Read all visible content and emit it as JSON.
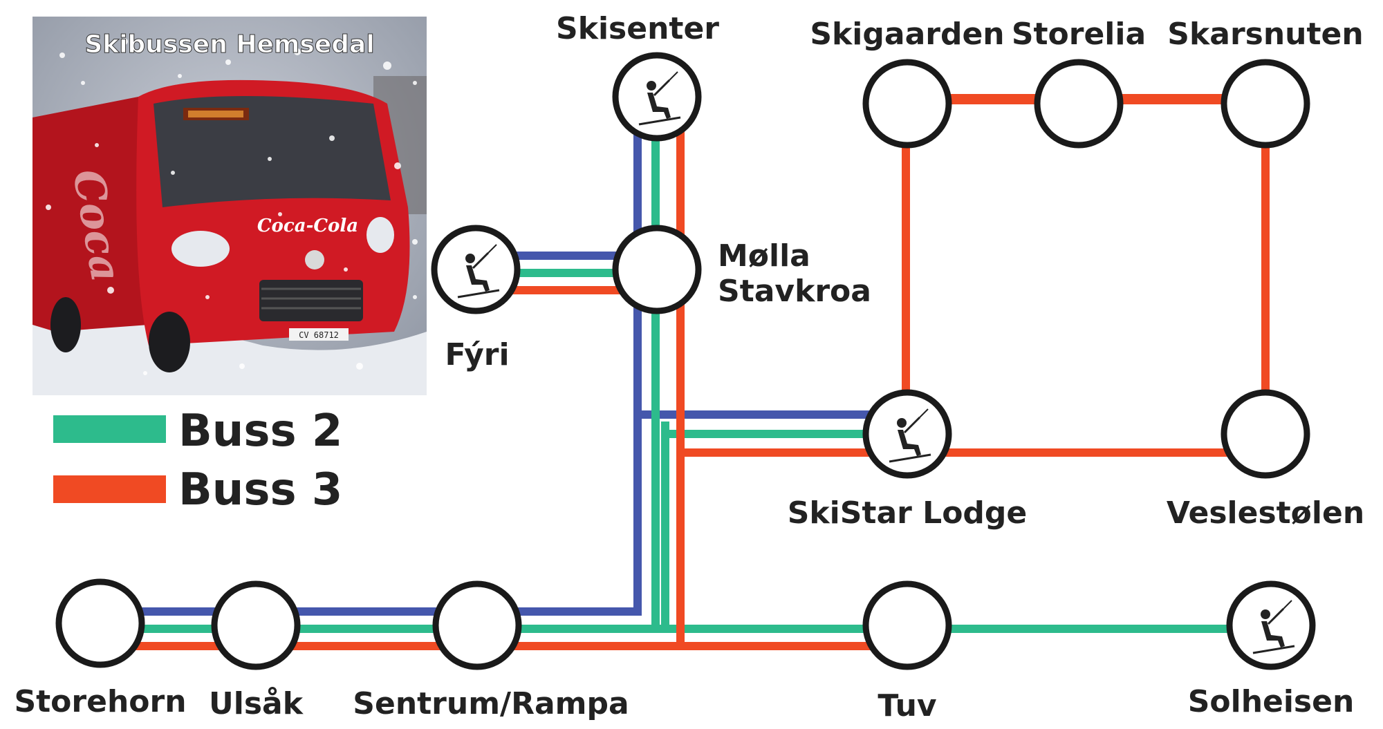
{
  "photo": {
    "title": "Skibussen Hemsedal",
    "bus_color": "#d01a24",
    "brand_text": "Coca-Cola",
    "plate": "CV 68712"
  },
  "legend": [
    {
      "label": "Buss 2",
      "color": "#2dbb8c"
    },
    {
      "label": "Buss 3",
      "color": "#f04a23"
    }
  ],
  "unlabeled_line_color": "#4557ac",
  "stations": {
    "skisenter": {
      "label": "Skisenter",
      "ski_lift": true
    },
    "molla": {
      "label_line1": "Mølla",
      "label_line2": "Stavkroa",
      "ski_lift": false
    },
    "fyri": {
      "label": "Fýri",
      "ski_lift": true
    },
    "skigaarden": {
      "label": "Skigaarden",
      "ski_lift": false
    },
    "storelia": {
      "label": "Storelia",
      "ski_lift": false
    },
    "skarsnuten": {
      "label": "Skarsnuten",
      "ski_lift": false
    },
    "skistar": {
      "label": "SkiStar Lodge",
      "ski_lift": true
    },
    "veslestolen": {
      "label": "Veslestølen",
      "ski_lift": false
    },
    "storehorn": {
      "label": "Storehorn",
      "ski_lift": false
    },
    "ulsak": {
      "label": "Ulsåk",
      "ski_lift": false
    },
    "sentrum": {
      "label": "Sentrum/Rampa",
      "ski_lift": false
    },
    "tuv": {
      "label": "Tuv",
      "ski_lift": false
    },
    "solheisen": {
      "label": "Solheisen",
      "ski_lift": true
    }
  }
}
